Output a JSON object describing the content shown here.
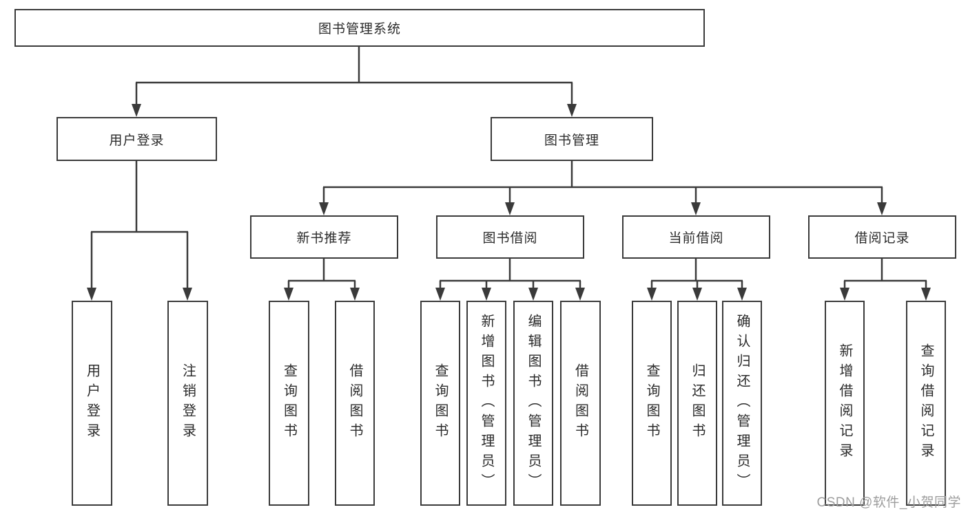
{
  "tree": {
    "label": "图书管理系统",
    "children": [
      {
        "label": "用户登录",
        "children": [
          {
            "label": "用户登录"
          },
          {
            "label": "注销登录"
          }
        ]
      },
      {
        "label": "图书管理",
        "children": [
          {
            "label": "新书推荐",
            "children": [
              {
                "label": "查询图书"
              },
              {
                "label": "借阅图书"
              }
            ]
          },
          {
            "label": "图书借阅",
            "children": [
              {
                "label": "查询图书"
              },
              {
                "label": "新增图书（管理员）"
              },
              {
                "label": "编辑图书（管理员）"
              },
              {
                "label": "借阅图书"
              }
            ]
          },
          {
            "label": "当前借阅",
            "children": [
              {
                "label": "查询图书"
              },
              {
                "label": "归还图书"
              },
              {
                "label": "确认归还（管理员）"
              }
            ]
          },
          {
            "label": "借阅记录",
            "children": [
              {
                "label": "新增借阅记录"
              },
              {
                "label": "查询借阅记录"
              }
            ]
          }
        ]
      }
    ]
  },
  "watermark": {
    "text": "CSDN @软件_小贺同学"
  },
  "colors": {
    "line": "#3a3a3a",
    "text": "#2b2b2b",
    "box_background": "#ffffff",
    "page_background": "#ffffff",
    "watermark": "#9d9d9d"
  }
}
